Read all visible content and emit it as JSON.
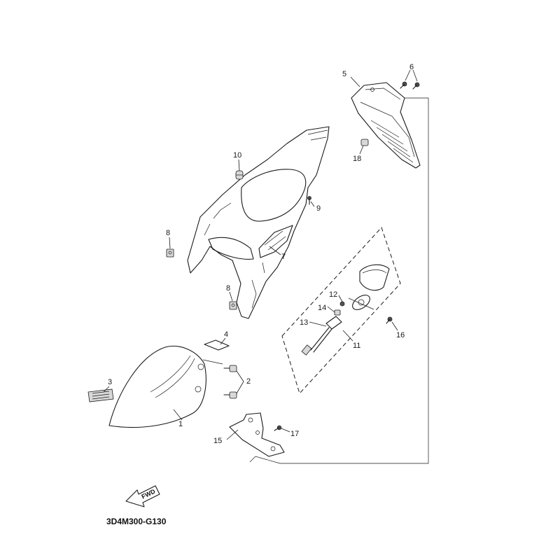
{
  "diagram": {
    "code": "3D4M300-G130",
    "fwd_label": "FWD",
    "callouts": {
      "n1": "1",
      "n2": "2",
      "n3": "3",
      "n4": "4",
      "n5": "5",
      "n6": "6",
      "n7": "7",
      "n8a": "8",
      "n8b": "8",
      "n9": "9",
      "n10": "10",
      "n11": "11",
      "n12": "12",
      "n13": "13",
      "n14": "14",
      "n15": "15",
      "n16": "16",
      "n17": "17",
      "n18": "18"
    }
  }
}
